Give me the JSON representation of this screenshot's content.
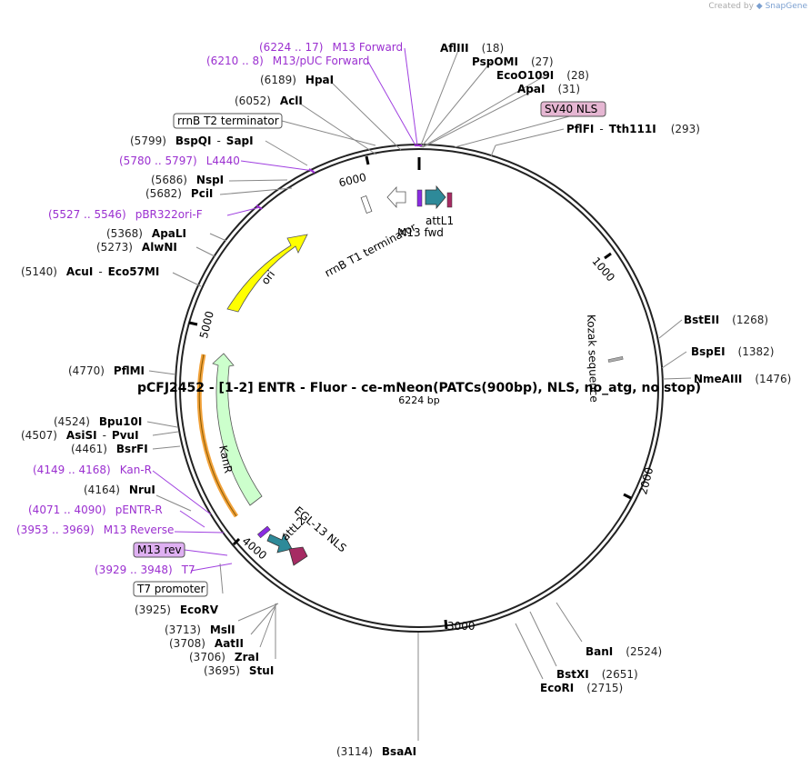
{
  "credit": {
    "prefix": "Created by",
    "brand": "SnapGene"
  },
  "map": {
    "title": "pCFJ2452 - [1-2] ENTR - Fluor - ce-mNeon(PATCs(900bp), NLS, no_atg, no stop)",
    "length_label": "6224 bp",
    "ticks": [
      {
        "label": "1000"
      },
      {
        "label": "2000"
      },
      {
        "label": "3000"
      },
      {
        "label": "4000"
      },
      {
        "label": "5000"
      },
      {
        "label": "6000"
      }
    ],
    "inner_labels": [
      {
        "text": "rrnB T1 terminator"
      },
      {
        "text": "M13 fwd"
      },
      {
        "text": "attL1"
      },
      {
        "text": "ori"
      },
      {
        "text": "KanR"
      },
      {
        "text": "attL2"
      },
      {
        "text": "EGL-13 NLS"
      },
      {
        "text": "Kozak sequence"
      }
    ],
    "enzymes": [
      {
        "pos": "(18)",
        "name": "AflIII"
      },
      {
        "pos": "(27)",
        "name": "PspOMI"
      },
      {
        "pos": "(28)",
        "name": "EcoO109I"
      },
      {
        "pos": "(31)",
        "name": "ApaI"
      },
      {
        "pos": "(293)",
        "name": "PflFI",
        "name2": "Tth111I"
      },
      {
        "pos": "(1268)",
        "name": "BstEII"
      },
      {
        "pos": "(1382)",
        "name": "BspEI"
      },
      {
        "pos": "(1476)",
        "name": "NmeAIII"
      },
      {
        "pos": "(2524)",
        "name": "BanI"
      },
      {
        "pos": "(2651)",
        "name": "BstXI"
      },
      {
        "pos": "(2715)",
        "name": "EcoRI"
      },
      {
        "pos": "(3114)",
        "name": "BsaAI"
      },
      {
        "pos": "(3695)",
        "name": "StuI"
      },
      {
        "pos": "(3706)",
        "name": "ZraI"
      },
      {
        "pos": "(3708)",
        "name": "AatII"
      },
      {
        "pos": "(3713)",
        "name": "MslI"
      },
      {
        "pos": "(3925)",
        "name": "EcoRV"
      },
      {
        "pos": "(4164)",
        "name": "NruI"
      },
      {
        "pos": "(4461)",
        "name": "BsrFI"
      },
      {
        "pos": "(4507)",
        "name": "AsiSI",
        "name2": "PvuI"
      },
      {
        "pos": "(4524)",
        "name": "Bpu10I"
      },
      {
        "pos": "(4770)",
        "name": "PflMI"
      },
      {
        "pos": "(5140)",
        "name": "AcuI",
        "name2": "Eco57MI"
      },
      {
        "pos": "(5273)",
        "name": "AlwNI"
      },
      {
        "pos": "(5368)",
        "name": "ApaLI"
      },
      {
        "pos": "(5682)",
        "name": "PciI"
      },
      {
        "pos": "(5686)",
        "name": "NspI"
      },
      {
        "pos": "(5799)",
        "name": "BspQI",
        "name2": "SapI"
      },
      {
        "pos": "(6052)",
        "name": "AclI"
      },
      {
        "pos": "(6189)",
        "name": "HpaI"
      }
    ],
    "features": [
      {
        "pos": "(6224 .. 17)",
        "name": "M13 Forward"
      },
      {
        "pos": "(6210 .. 8)",
        "name": "M13/pUC Forward"
      },
      {
        "pos": "(5780 .. 5797)",
        "name": "L4440"
      },
      {
        "pos": "(5527 .. 5546)",
        "name": "pBR322ori-F"
      },
      {
        "pos": "(4149 .. 4168)",
        "name": "Kan-R"
      },
      {
        "pos": "(4071 .. 4090)",
        "name": "pENTR-R"
      },
      {
        "pos": "(3953 .. 3969)",
        "name": "M13 Reverse"
      },
      {
        "pos": "(3929 .. 3948)",
        "name": "T7"
      }
    ],
    "boxed": [
      {
        "text": "SV40 NLS"
      },
      {
        "text": "rrnB T2 terminator"
      },
      {
        "text": "M13 rev"
      },
      {
        "text": "T7 promoter"
      }
    ]
  }
}
